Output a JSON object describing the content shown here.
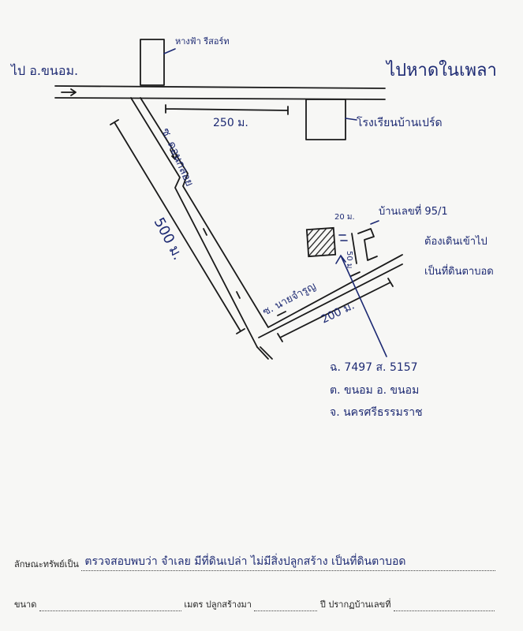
{
  "map": {
    "to_khanom": "ไป อ.ขนอม.",
    "to_nai_phlao": "ไปหาดในเพลา",
    "resort": "หางฟ้า รีสอร์ท",
    "school": "โรงเรียนบ้านเปร์ด",
    "dist_250": "250 ม.",
    "soi_left": "ซ. ดอนกลอย",
    "dist_500": "500 ม.",
    "soi_bottom": "ซ. นายจำรูญ",
    "dist_200": "200 ม.",
    "house_no": "บ้านเลขที่ 95/1",
    "dist_20": "20 ม.",
    "dist_50": "50 ม.",
    "walk_note_1": "ต้องเดินเข้าไป",
    "walk_note_2": "เป็นที่ดินตาบอด",
    "deed": "ฉ. 7497 ส. 5157",
    "district": "ต. ขนอม อ. ขนอม",
    "province": "จ. นครศรีธรรมราช"
  },
  "form": {
    "characteristic_label": "ลักษณะทรัพย์เป็น",
    "characteristic_value": "ตรวจสอบพบว่า จำเลย มีที่ดินเปล่า ไม่มีสิ่งปลูกสร้าง เป็นที่ดินตาบอด",
    "size_label": "ขนาด",
    "meter_label": "เมตร ปลูกสร้างมา",
    "house_no_label": "ปี ปรากฏบ้านเลขที่"
  }
}
